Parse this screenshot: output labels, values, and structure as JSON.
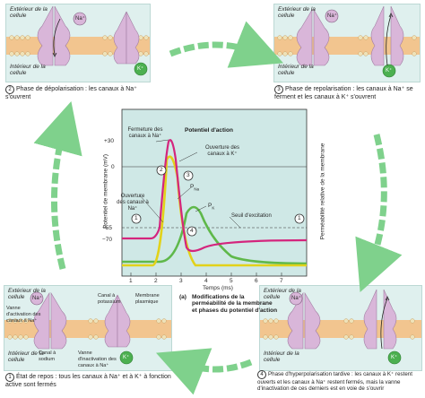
{
  "panels": {
    "top_left": {
      "outside": "Extérieur de la cellule",
      "inside": "Intérieur de la cellule",
      "ion_na": "Na⁺",
      "ion_k": "K⁺",
      "step": "2",
      "caption": "Phase de dépolarisation : les canaux à Na⁺ s'ouvrent"
    },
    "top_right": {
      "outside": "Extérieur de la cellule",
      "inside": "Intérieur de la cellule",
      "ion_na": "Na⁺",
      "ion_k": "K⁺",
      "step": "3",
      "caption": "Phase de repolarisation : les canaux à Na⁺ se ferment et les canaux à K⁺ s'ouvrent"
    },
    "bottom_left": {
      "outside": "Extérieur de la cellule",
      "inside": "Intérieur de la cellule",
      "ion_na": "Na⁺",
      "ion_k": "K⁺",
      "label_activation": "Vanne d'activation des canaux à Na⁺",
      "label_k_channel": "Canal à potassium",
      "label_membrane": "Membrane plasmique",
      "label_na_channel": "Canal à sodium",
      "label_inactivation": "Vanne d'inactivation des canaux à Na⁺",
      "step": "1",
      "caption": "État de repos : tous les canaux à Na⁺ et à K⁺ à fonction active sont fermés"
    },
    "bottom_right": {
      "outside": "Extérieur de la cellule",
      "inside": "Intérieur de la cellule",
      "ion_na": "Na⁺",
      "ion_k": "K⁺",
      "step": "4",
      "caption": "Phase d'hyperpolarisation tardive : les canaux à K⁺ restent ouverts et les canaux à Na⁺ restent fermés, mais la vanne d'inactivation de ces derniers est en voie de s'ouvrir"
    }
  },
  "graph": {
    "label_fermeture": "Fermeture des canaux à Na⁺",
    "label_potentiel": "Potentiel d'action",
    "label_ouverture_k": "Ouverture des canaux à K⁺",
    "label_ouverture_na": "Ouverture des canaux à Na⁺",
    "label_pna": "P",
    "label_pna_sub": "Na",
    "label_pk": "P",
    "label_pk_sub": "K",
    "label_seuil": "Seuil d'excitation",
    "ylabel_left": "Potentiel de membrane (mV)",
    "ylabel_right": "Perméabilité relative de la membrane",
    "xlabel": "Temps (ms)",
    "y_ticks": [
      "+30",
      "0",
      "−55",
      "−70"
    ],
    "x_ticks": [
      "1",
      "2",
      "3",
      "4",
      "5",
      "6",
      "7"
    ],
    "markers": [
      "1",
      "2",
      "3",
      "4",
      "1"
    ],
    "caption_letter": "(a)",
    "caption": "Modifications de la perméabilité de la membrane et phases du potentiel d'action"
  },
  "colors": {
    "panel_bg": "#dff0ee",
    "membrane": "#f2c58f",
    "channel": "#d9b6d9",
    "ap_curve": "#d4257d",
    "pna_curve": "#e2d21a",
    "pk_curve": "#5fb84a",
    "arrow": "#7fd18c"
  }
}
